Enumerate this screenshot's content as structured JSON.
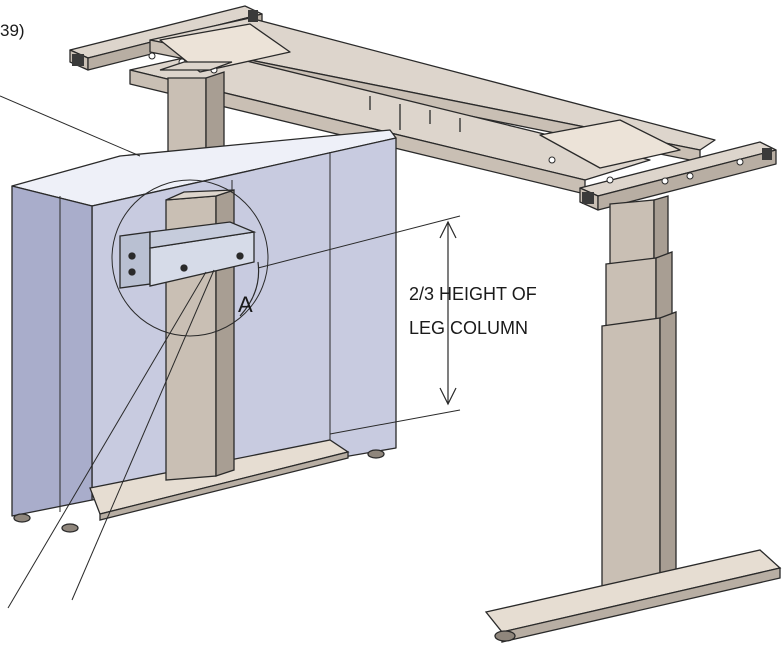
{
  "labels": {
    "partial_ref": "39)",
    "height_line1": "2/3 HEIGHT OF",
    "height_line2": "LEG COLUMN",
    "detail_marker": "A"
  },
  "colors": {
    "frame_face": "#c9bfb4",
    "frame_top": "#ddd5cc",
    "frame_dark": "#8f867c",
    "panel_face": "#c8cbe0",
    "panel_side": "#a9adcb",
    "panel_top": "#eef0f8",
    "foot_face": "#e6ddd2",
    "outline": "#2a2a2a"
  }
}
